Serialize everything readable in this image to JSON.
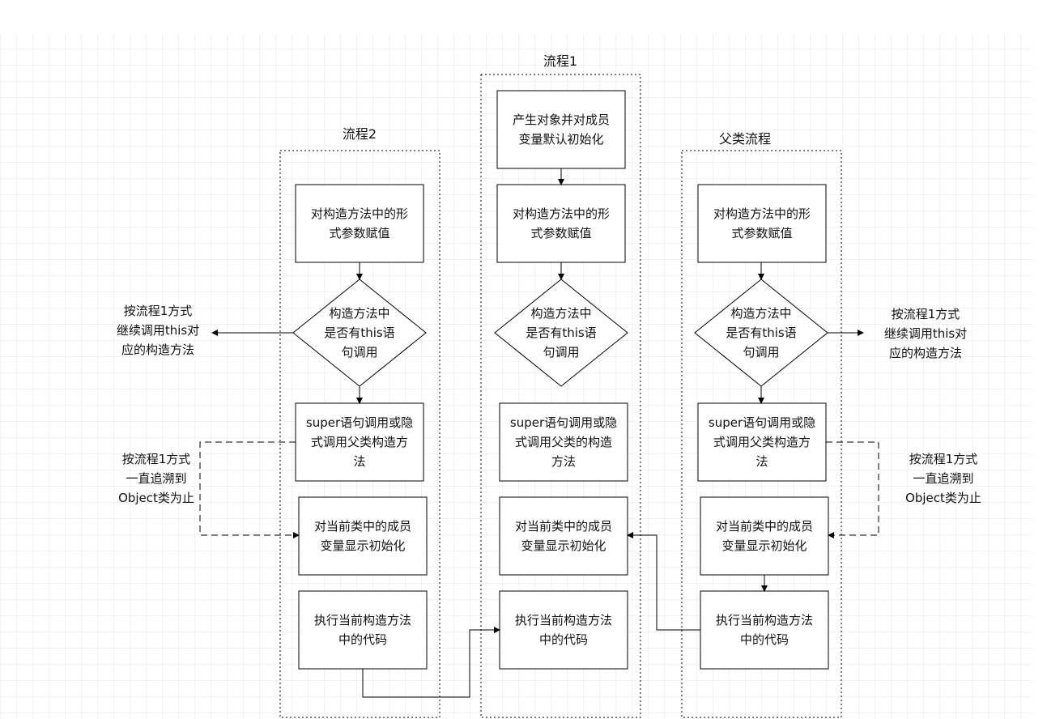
{
  "lanes": [
    {
      "title": "流程2",
      "nodes": [
        "对构造方法中的形\n式参数赋值",
        "构造方法中\n是否有this语\n句调用",
        "super语句调用或隐\n式调用父类构造方\n法",
        "对当前类中的成员\n变量显示初始化",
        "执行当前构造方法\n中的代码"
      ]
    },
    {
      "title": "流程1",
      "nodes": [
        "产生对象并对成员\n变量默认初始化",
        "对构造方法中的形\n式参数赋值",
        "构造方法中\n是否有this语\n句调用",
        "super语句调用或隐\n式调用父类的构造\n方法",
        "对当前类中的成员\n变量显示初始化",
        "执行当前构造方法\n中的代码"
      ]
    },
    {
      "title": "父类流程",
      "nodes": [
        "对构造方法中的形\n式参数赋值",
        "构造方法中\n是否有this语\n句调用",
        "super语句调用或隐\n式调用父类构造方\n法",
        "对当前类中的成员\n变量显示初始化",
        "执行当前构造方法\n中的代码"
      ]
    }
  ],
  "side_notes": {
    "left_this": "按流程1方式\n继续调用this对\n应的构造方法",
    "left_super": "按流程1方式\n一直追溯到\nObject类为止",
    "right_this": "按流程1方式\n继续调用this对\n应的构造方法",
    "right_super": "按流程1方式\n一直追溯到\nObject类为止"
  },
  "colors": {
    "grid": "#e3e3e3",
    "line": "#000000"
  }
}
